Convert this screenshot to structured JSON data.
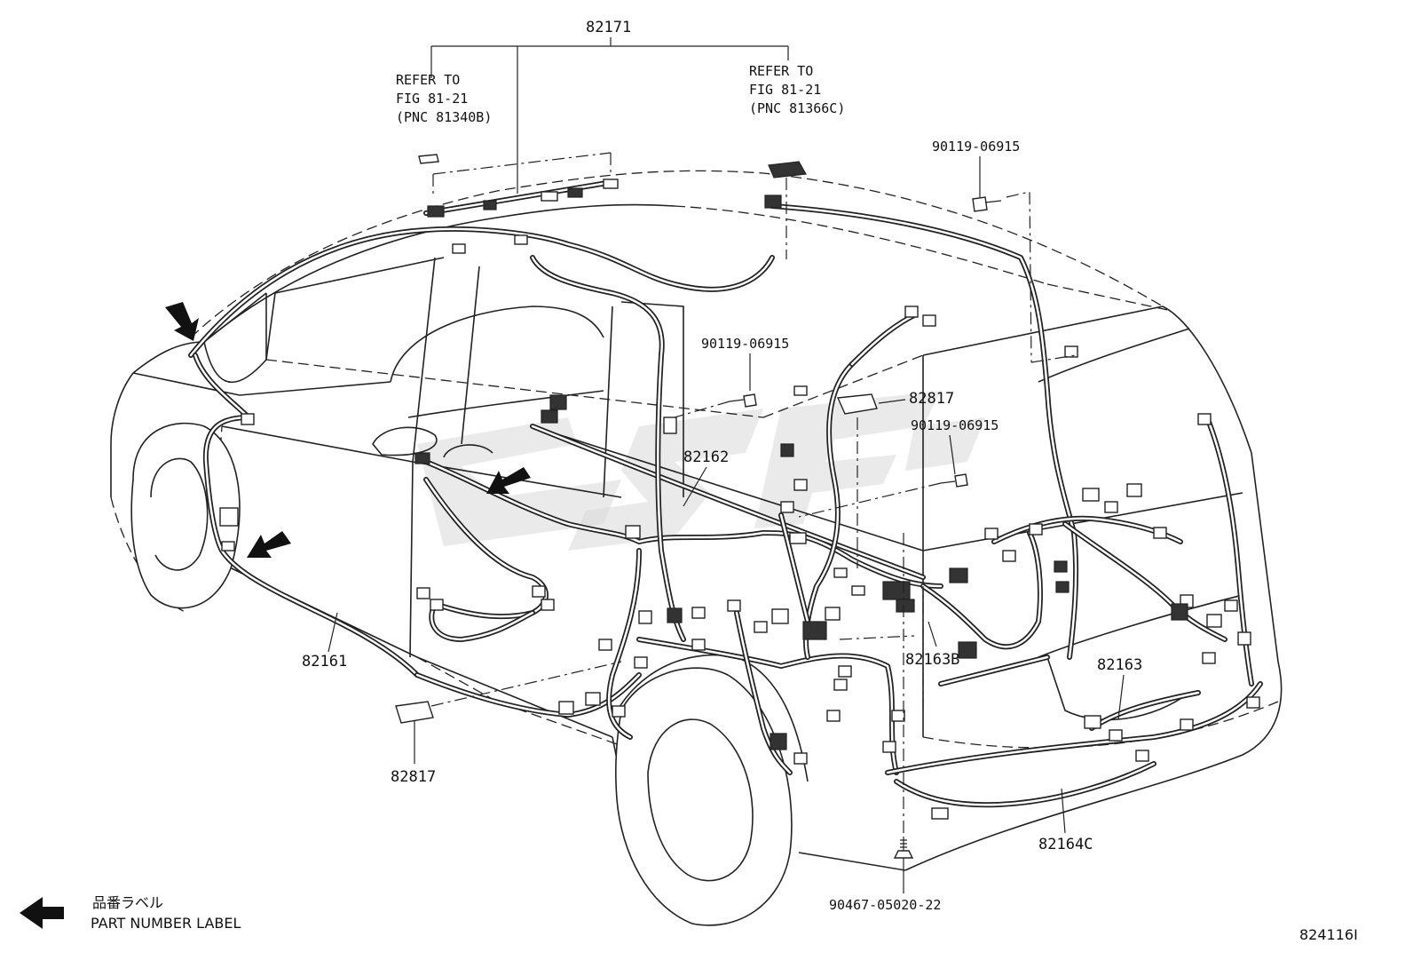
{
  "diagram": {
    "callouts": {
      "top_assembly": "82171",
      "refer_left": [
        "REFER TO",
        "FIG 81-21",
        "(PNC 81340B)"
      ],
      "refer_right": [
        "REFER TO",
        "FIG 81-21",
        "(PNC 81366C)"
      ],
      "bolt_top_right": "90119-06915",
      "bolt_center": "90119-06915",
      "bolt_right": "90119-06915",
      "label_right": "82817",
      "label_left": "82817",
      "floor_harness": "82162",
      "side_harness": "82161",
      "harness_b": "82163B",
      "harness_rear": "82163",
      "harness_c": "82164C",
      "clip_bottom": "90467-05020-22"
    },
    "legend": {
      "japanese": "品番ラベル",
      "english": "PART NUMBER LABEL"
    },
    "figure_id": "824116I"
  }
}
